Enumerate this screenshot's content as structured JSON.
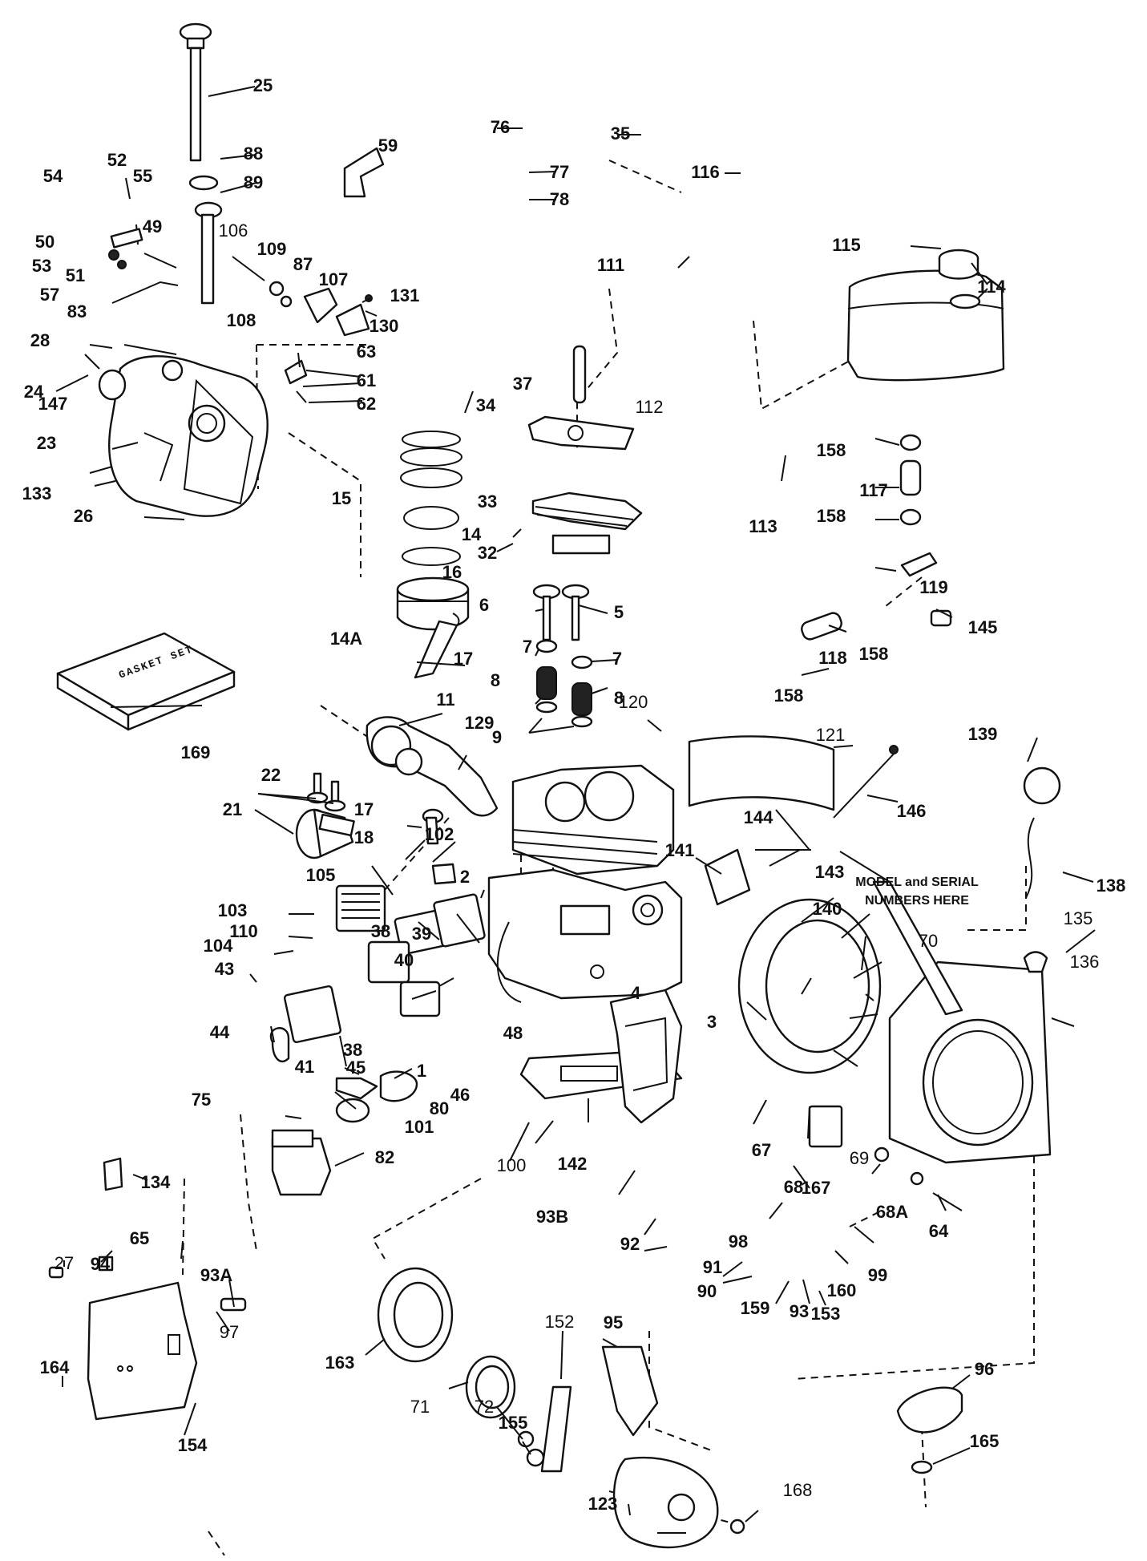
{
  "note": {
    "line1": "MODEL and SERIAL",
    "line2": "NUMBERS HERE"
  },
  "gasket_set_label": "GASKET SET",
  "callouts": [
    {
      "id": "25",
      "bold": true
    },
    {
      "id": "88",
      "bold": true
    },
    {
      "id": "89",
      "bold": true
    },
    {
      "id": "59",
      "bold": true
    },
    {
      "id": "76",
      "bold": true
    },
    {
      "id": "35",
      "bold": true
    },
    {
      "id": "77",
      "bold": true
    },
    {
      "id": "78",
      "bold": true
    },
    {
      "id": "116",
      "bold": true
    },
    {
      "id": "54",
      "bold": true
    },
    {
      "id": "52",
      "bold": true
    },
    {
      "id": "55",
      "bold": true
    },
    {
      "id": "49",
      "bold": true
    },
    {
      "id": "50",
      "bold": true
    },
    {
      "id": "53",
      "bold": true
    },
    {
      "id": "51",
      "bold": true
    },
    {
      "id": "57",
      "bold": true
    },
    {
      "id": "106",
      "bold": false
    },
    {
      "id": "109",
      "bold": true
    },
    {
      "id": "87",
      "bold": true
    },
    {
      "id": "107",
      "bold": true
    },
    {
      "id": "131",
      "bold": true
    },
    {
      "id": "108",
      "bold": true
    },
    {
      "id": "130",
      "bold": true
    },
    {
      "id": "111",
      "bold": true
    },
    {
      "id": "115",
      "bold": true
    },
    {
      "id": "114",
      "bold": true
    },
    {
      "id": "83",
      "bold": true
    },
    {
      "id": "28",
      "bold": true
    },
    {
      "id": "63",
      "bold": true
    },
    {
      "id": "61",
      "bold": true
    },
    {
      "id": "62",
      "bold": true
    },
    {
      "id": "24",
      "bold": true
    },
    {
      "id": "147",
      "bold": true
    },
    {
      "id": "23",
      "bold": true
    },
    {
      "id": "133",
      "bold": true
    },
    {
      "id": "26",
      "bold": true
    },
    {
      "id": "37",
      "bold": true
    },
    {
      "id": "34",
      "bold": true
    },
    {
      "id": "112",
      "bold": false
    },
    {
      "id": "158",
      "bold": true
    },
    {
      "id": "117",
      "bold": true
    },
    {
      "id": "158",
      "bold": true
    },
    {
      "id": "113",
      "bold": true
    },
    {
      "id": "15",
      "bold": true
    },
    {
      "id": "14",
      "bold": true
    },
    {
      "id": "33",
      "bold": true
    },
    {
      "id": "32",
      "bold": true
    },
    {
      "id": "16",
      "bold": true
    },
    {
      "id": "14A",
      "bold": true
    },
    {
      "id": "6",
      "bold": true
    },
    {
      "id": "5",
      "bold": true
    },
    {
      "id": "7",
      "bold": true
    },
    {
      "id": "7",
      "bold": true
    },
    {
      "id": "8",
      "bold": true
    },
    {
      "id": "8",
      "bold": true
    },
    {
      "id": "9",
      "bold": true
    },
    {
      "id": "119",
      "bold": true
    },
    {
      "id": "145",
      "bold": true
    },
    {
      "id": "158",
      "bold": true
    },
    {
      "id": "118",
      "bold": true
    },
    {
      "id": "158",
      "bold": true
    },
    {
      "id": "17",
      "bold": true
    },
    {
      "id": "11",
      "bold": true
    },
    {
      "id": "129",
      "bold": true
    },
    {
      "id": "120",
      "bold": false
    },
    {
      "id": "121",
      "bold": false
    },
    {
      "id": "139",
      "bold": true
    },
    {
      "id": "169",
      "bold": true
    },
    {
      "id": "22",
      "bold": true
    },
    {
      "id": "21",
      "bold": true
    },
    {
      "id": "17",
      "bold": true
    },
    {
      "id": "18",
      "bold": true
    },
    {
      "id": "146",
      "bold": true
    },
    {
      "id": "144",
      "bold": true
    },
    {
      "id": "102",
      "bold": true
    },
    {
      "id": "105",
      "bold": true
    },
    {
      "id": "2",
      "bold": true
    },
    {
      "id": "141",
      "bold": true
    },
    {
      "id": "143",
      "bold": true
    },
    {
      "id": "138",
      "bold": true
    },
    {
      "id": "103",
      "bold": true
    },
    {
      "id": "110",
      "bold": true
    },
    {
      "id": "104",
      "bold": true
    },
    {
      "id": "43",
      "bold": true
    },
    {
      "id": "140",
      "bold": true
    },
    {
      "id": "38",
      "bold": true
    },
    {
      "id": "39",
      "bold": true
    },
    {
      "id": "40",
      "bold": true
    },
    {
      "id": "70",
      "bold": false
    },
    {
      "id": "135",
      "bold": false
    },
    {
      "id": "136",
      "bold": false
    },
    {
      "id": "44",
      "bold": true
    },
    {
      "id": "38",
      "bold": true
    },
    {
      "id": "41",
      "bold": true
    },
    {
      "id": "1",
      "bold": true
    },
    {
      "id": "4",
      "bold": true
    },
    {
      "id": "3",
      "bold": true
    },
    {
      "id": "48",
      "bold": true
    },
    {
      "id": "45",
      "bold": true
    },
    {
      "id": "46",
      "bold": true
    },
    {
      "id": "80",
      "bold": true
    },
    {
      "id": "75",
      "bold": true
    },
    {
      "id": "101",
      "bold": true
    },
    {
      "id": "100",
      "bold": false
    },
    {
      "id": "142",
      "bold": true
    },
    {
      "id": "67",
      "bold": true
    },
    {
      "id": "69",
      "bold": false
    },
    {
      "id": "167",
      "bold": true
    },
    {
      "id": "82",
      "bold": true
    },
    {
      "id": "134",
      "bold": true
    },
    {
      "id": "68",
      "bold": true
    },
    {
      "id": "68A",
      "bold": true
    },
    {
      "id": "64",
      "bold": true
    },
    {
      "id": "93B",
      "bold": true
    },
    {
      "id": "98",
      "bold": true
    },
    {
      "id": "65",
      "bold": true
    },
    {
      "id": "92",
      "bold": true
    },
    {
      "id": "91",
      "bold": true
    },
    {
      "id": "99",
      "bold": true
    },
    {
      "id": "27",
      "bold": false
    },
    {
      "id": "94",
      "bold": true
    },
    {
      "id": "93A",
      "bold": true
    },
    {
      "id": "90",
      "bold": true
    },
    {
      "id": "160",
      "bold": true
    },
    {
      "id": "159",
      "bold": true
    },
    {
      "id": "93",
      "bold": true
    },
    {
      "id": "153",
      "bold": true
    },
    {
      "id": "152",
      "bold": false
    },
    {
      "id": "95",
      "bold": true
    },
    {
      "id": "97",
      "bold": false
    },
    {
      "id": "164",
      "bold": true
    },
    {
      "id": "163",
      "bold": true
    },
    {
      "id": "71",
      "bold": false
    },
    {
      "id": "72",
      "bold": false
    },
    {
      "id": "155",
      "bold": true
    },
    {
      "id": "96",
      "bold": true
    },
    {
      "id": "154",
      "bold": true
    },
    {
      "id": "165",
      "bold": true
    },
    {
      "id": "168",
      "bold": false
    },
    {
      "id": "123",
      "bold": true
    }
  ]
}
